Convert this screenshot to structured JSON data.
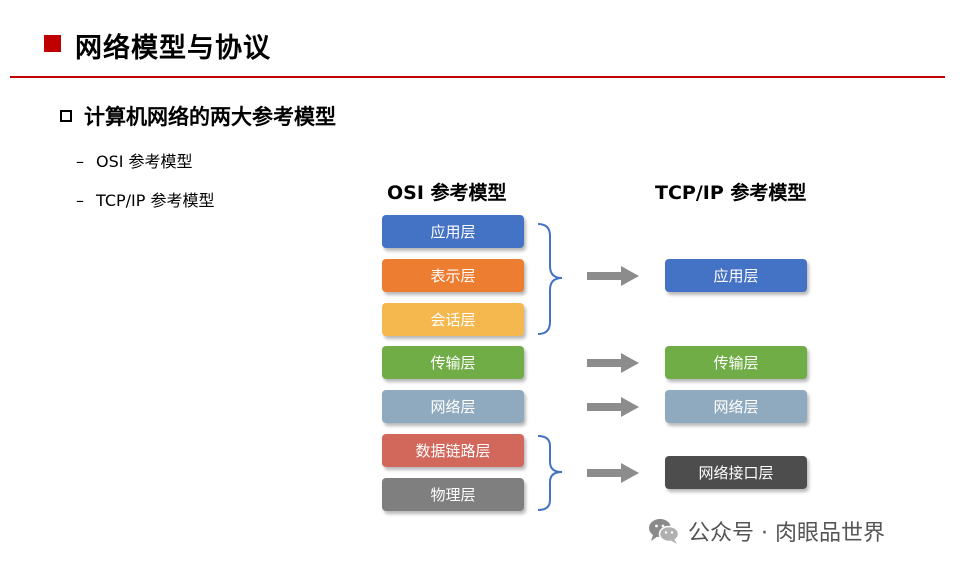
{
  "header": {
    "title": "网络模型与协议",
    "accent_color": "#c00000"
  },
  "section": {
    "subtitle": "计算机网络的两大参考模型",
    "bullets": [
      {
        "dash": "–",
        "text": "OSI 参考模型"
      },
      {
        "dash": "–",
        "text": "TCP/IP 参考模型"
      }
    ]
  },
  "diagram": {
    "osi_title": "OSI 参考模型",
    "tcpip_title": "TCP/IP 参考模型",
    "osi_layers": [
      {
        "label": "应用层",
        "color": "#4472c4"
      },
      {
        "label": "表示层",
        "color": "#ed7d31"
      },
      {
        "label": "会话层",
        "color": "#f4b84f"
      },
      {
        "label": "传输层",
        "color": "#70ad47"
      },
      {
        "label": "网络层",
        "color": "#8faabf"
      },
      {
        "label": "数据链路层",
        "color": "#d2685b"
      },
      {
        "label": "物理层",
        "color": "#7f7f7f"
      }
    ],
    "tcpip_layers": [
      {
        "label": "应用层",
        "color": "#4472c4"
      },
      {
        "label": "传输层",
        "color": "#70ad47"
      },
      {
        "label": "网络层",
        "color": "#8faabf"
      },
      {
        "label": "网络接口层",
        "color": "#4d4d4d"
      }
    ],
    "brace_color": "#4472c4",
    "arrow_color": "#8c8c8c"
  },
  "watermark": {
    "text": "公众号 · 肉眼品世界",
    "icon": "wechat-icon"
  }
}
